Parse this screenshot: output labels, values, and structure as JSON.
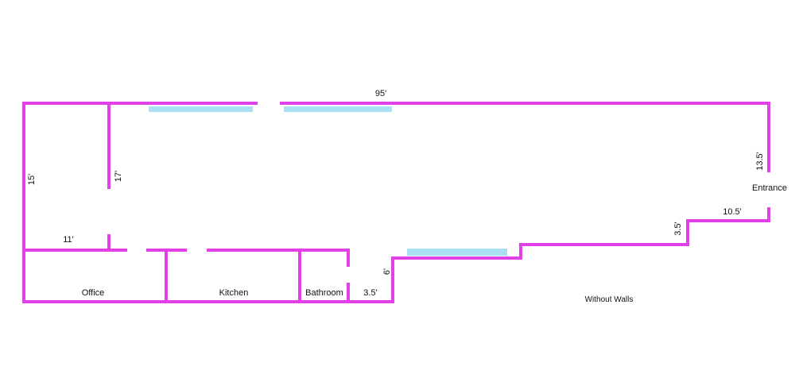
{
  "colors": {
    "wall": "#e040e6",
    "window": "#a8dff2",
    "text": "#111111",
    "background": "#ffffff"
  },
  "dimensions": {
    "top_length": "95'",
    "left_height": "15'",
    "inner_wall": "17'",
    "office_width": "11'",
    "right_height": "13.5'",
    "right_step": "10.5'",
    "step_height": "3.5'",
    "notch_height": "6'",
    "notch_width": "3.5'"
  },
  "rooms": {
    "office": "Office",
    "kitchen": "Kitchen",
    "bathroom": "Bathroom"
  },
  "labels": {
    "entrance": "Entrance",
    "without_walls": "Without Walls"
  }
}
